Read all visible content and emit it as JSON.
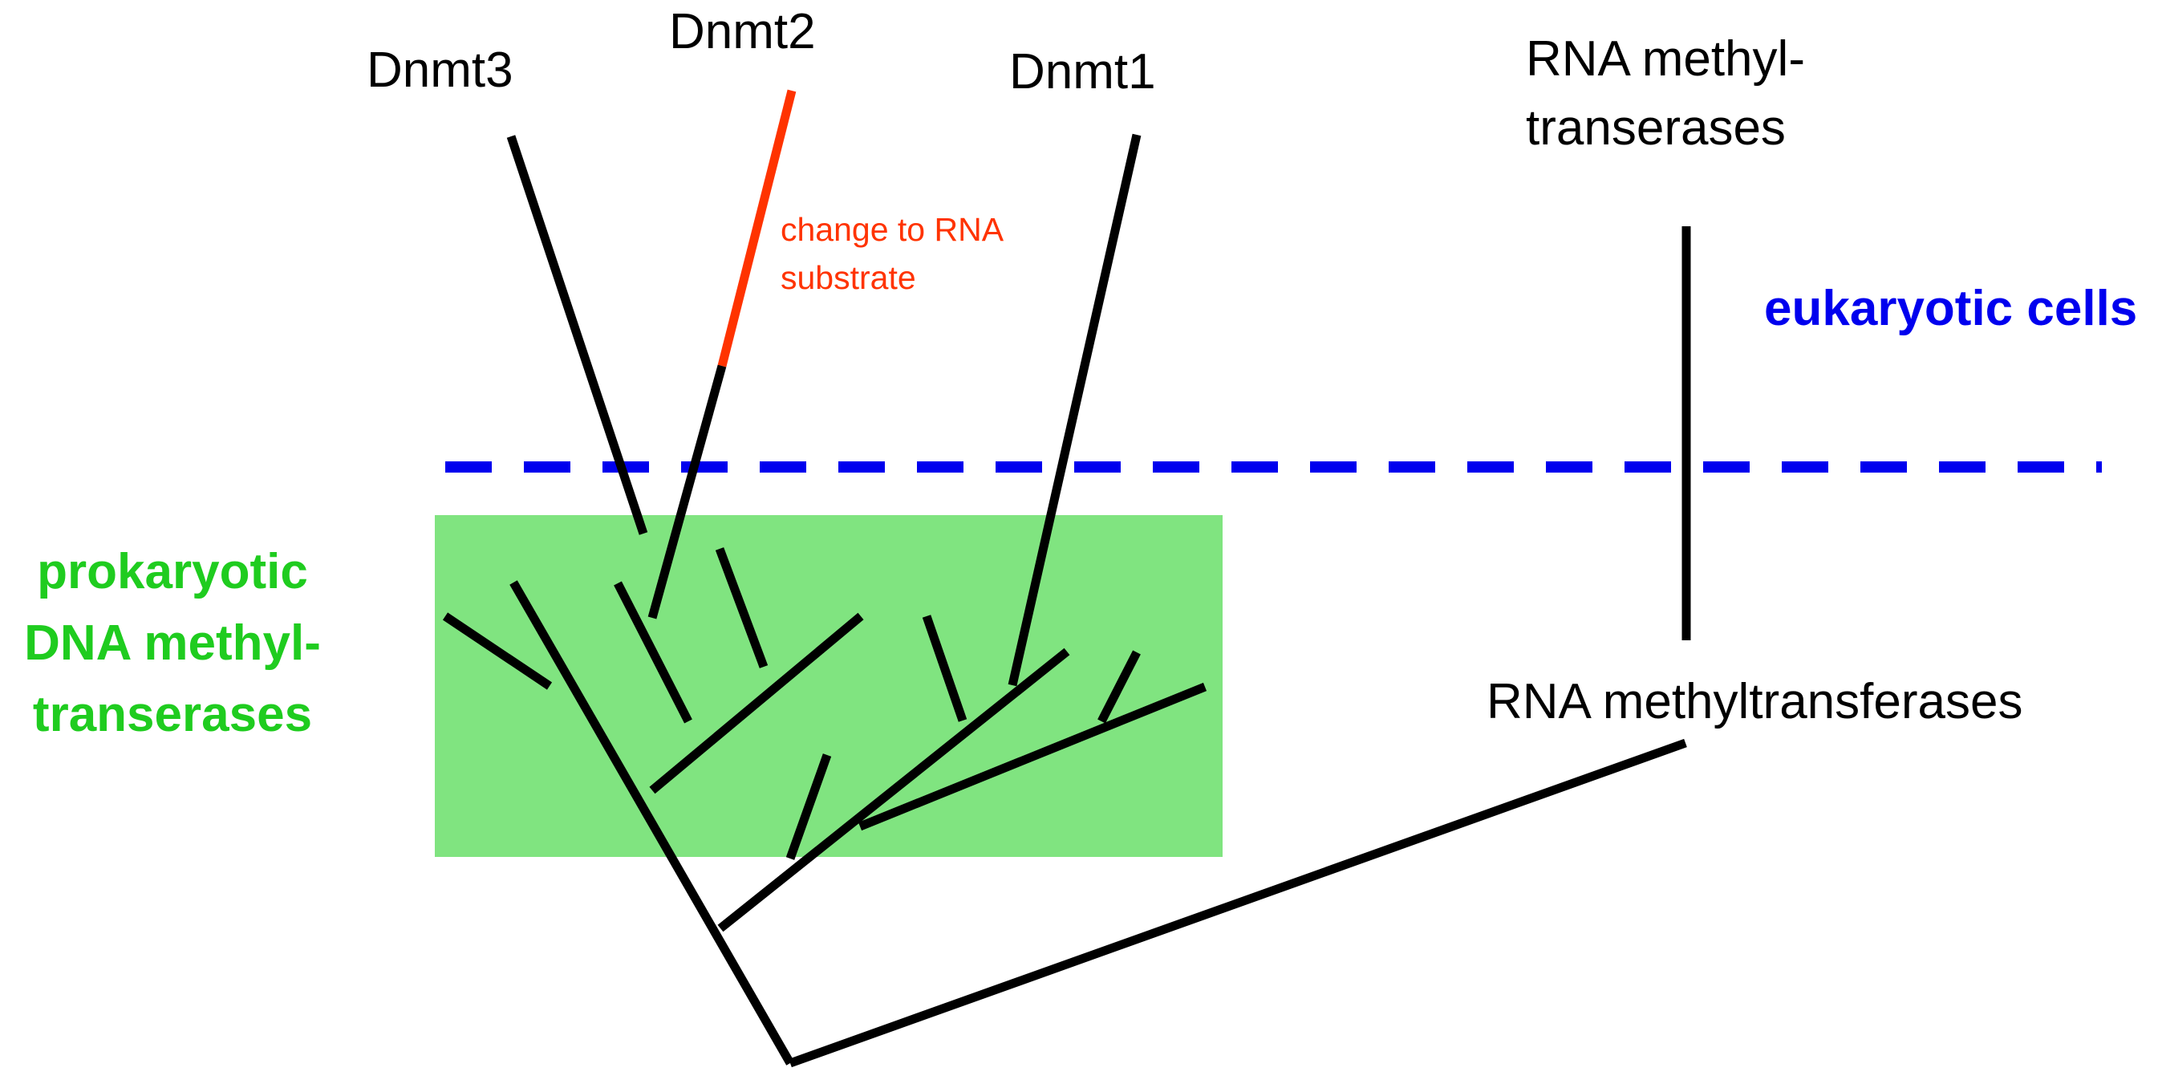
{
  "labels": {
    "dnmt3": "Dnmt3",
    "dnmt2": "Dnmt2",
    "dnmt1": "Dnmt1",
    "rna_top_line1": "RNA methyl-",
    "rna_top_line2": "transerases",
    "rna_change_line1": "change to RNA",
    "rna_change_line2": "substrate",
    "eukaryotic": "eukaryotic cells",
    "prok_line1": "prokaryotic",
    "prok_line2": "DNA methyl-",
    "prok_line3": "transerases",
    "rna_bottom": "RNA methyltransferases"
  },
  "colors": {
    "branch": "#000000",
    "rna_change": "#ff3300",
    "eukaryotic_text": "#0000ee",
    "boundary_dash": "#0000ee",
    "prokaryotic_box": "#80e480",
    "prokaryotic_text": "#1fcc1f"
  }
}
